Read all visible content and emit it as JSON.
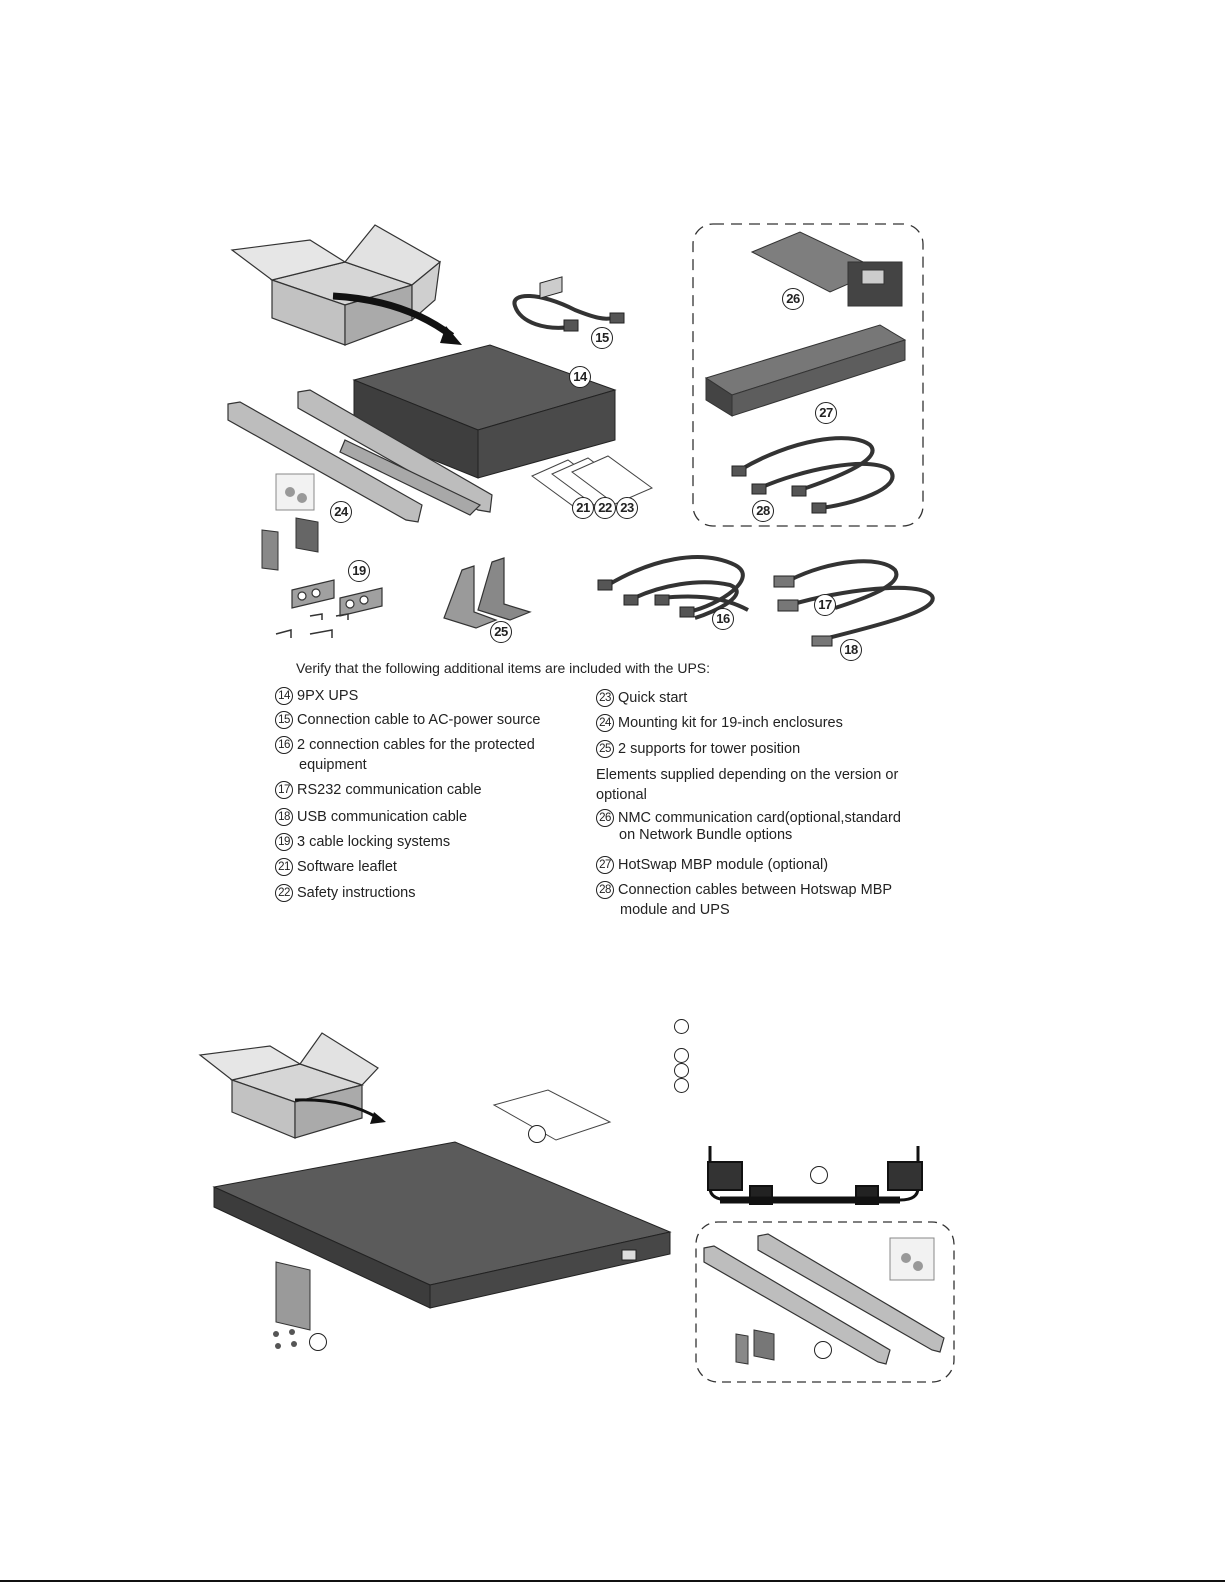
{
  "intro": "Verify that the following additional items are included with the UPS:",
  "items_left": [
    {
      "num": "14",
      "text": "9PX UPS"
    },
    {
      "num": "15",
      "text": "Connection cable to AC-power source"
    },
    {
      "num": "16",
      "text": "2 connection cables for the protected",
      "text2": "equipment"
    },
    {
      "num": "17",
      "text": "RS232 communication cable"
    },
    {
      "num": "18",
      "text": "USB communication cable"
    },
    {
      "num": "19",
      "text": "3 cable locking systems"
    },
    {
      "num": "21",
      "text": "Software leaflet"
    },
    {
      "num": "22",
      "text": "Safety instructions"
    }
  ],
  "items_right": [
    {
      "num": "23",
      "text": "Quick start"
    },
    {
      "num": "24",
      "text": "Mounting kit for 19-inch enclosures"
    },
    {
      "num": "25",
      "text": "2 supports for tower position"
    },
    {
      "num": "26",
      "text": "NMC communication card(optional,standard",
      "text2": "on Network Bundle options"
    },
    {
      "num": "27",
      "text": "HotSwap MBP module (optional)"
    },
    {
      "num": "28",
      "text": "Connection cables between Hotswap MBP",
      "text2": "module and UPS"
    }
  ],
  "subhead": {
    "line1": "Elements supplied depending on the version or",
    "line2": "optional"
  },
  "callouts": {
    "c14": "14",
    "c15": "15",
    "c16": "16",
    "c17": "17",
    "c18": "18",
    "c19": "19",
    "c21": "21",
    "c22": "22",
    "c23": "23",
    "c24": "24",
    "c25": "25",
    "c26": "26",
    "c27": "27",
    "c28": "28"
  }
}
